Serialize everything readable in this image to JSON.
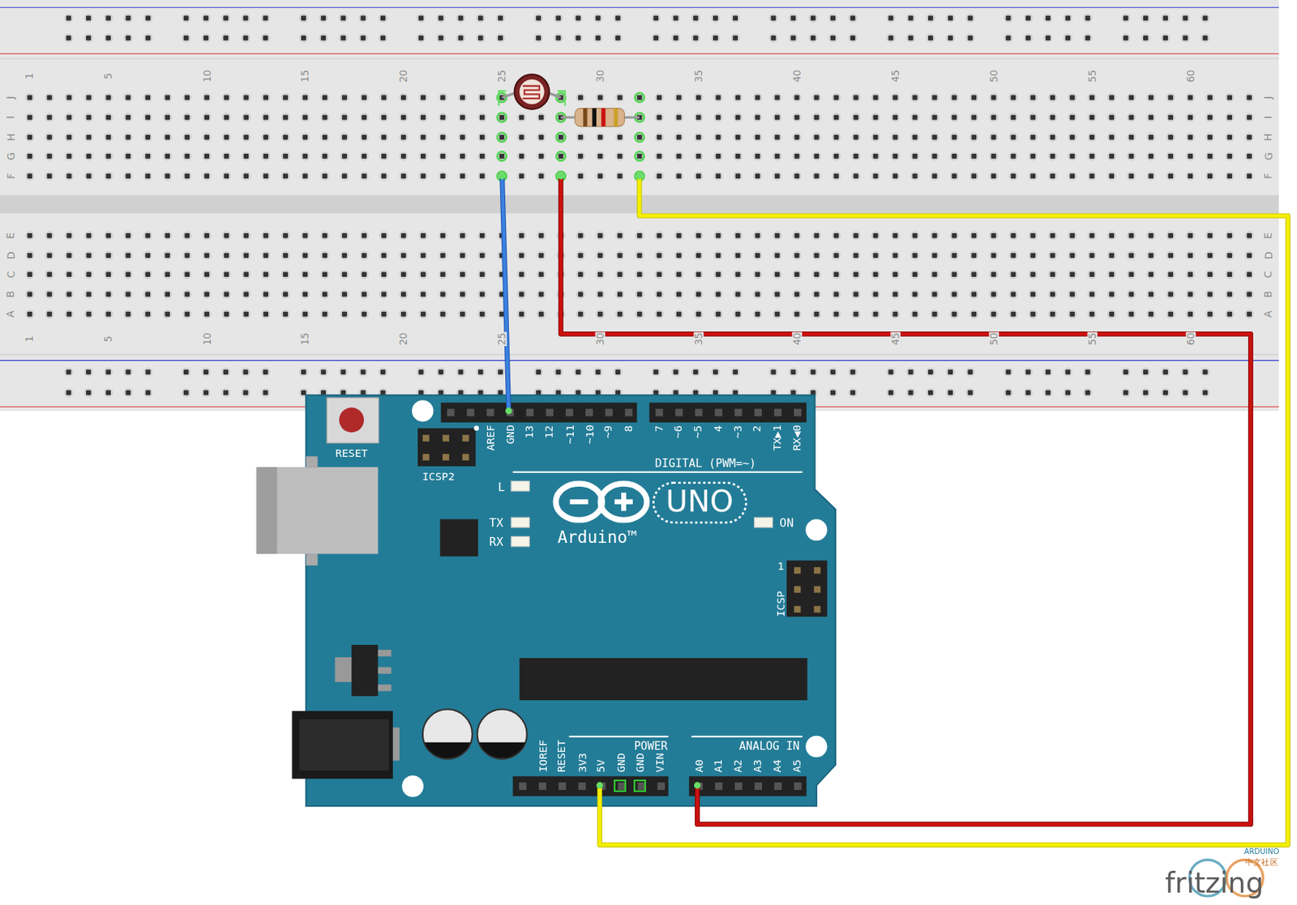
{
  "diagram": {
    "labels": [
      "1",
      "5",
      "10",
      "15",
      "20",
      "25",
      "30",
      "35",
      "40",
      "45",
      "50",
      "55",
      "60",
      "J",
      "I",
      "H",
      "G",
      "F",
      "J",
      "I",
      "H",
      "G",
      "F",
      "E",
      "D",
      "C",
      "B",
      "A",
      "E",
      "D",
      "C",
      "B",
      "A",
      "1",
      "5",
      "10",
      "15",
      "20",
      "25",
      "30",
      "35",
      "40",
      "45",
      "50",
      "55",
      "60",
      "RESET",
      "ICSP2",
      "AREF",
      "GND",
      "13",
      "12",
      "~11",
      "~10",
      "~9",
      "8",
      "7",
      "~6",
      "~5",
      "4",
      "~3",
      "2",
      "TX▶1",
      "RX◀0",
      "DIGITAL (PWM=~)",
      "L",
      "TX",
      "RX",
      "UNO",
      "Arduino™",
      "ON",
      "1",
      "ICSP",
      "IOREF",
      "RESET",
      "3V3",
      "5V",
      "GND",
      "GND",
      "VIN",
      "POWER",
      "ANALOG IN",
      "A0",
      "A1",
      "A2",
      "A3",
      "A4",
      "A5",
      "fritzing",
      "ARDUINO",
      "中文社区"
    ]
  }
}
